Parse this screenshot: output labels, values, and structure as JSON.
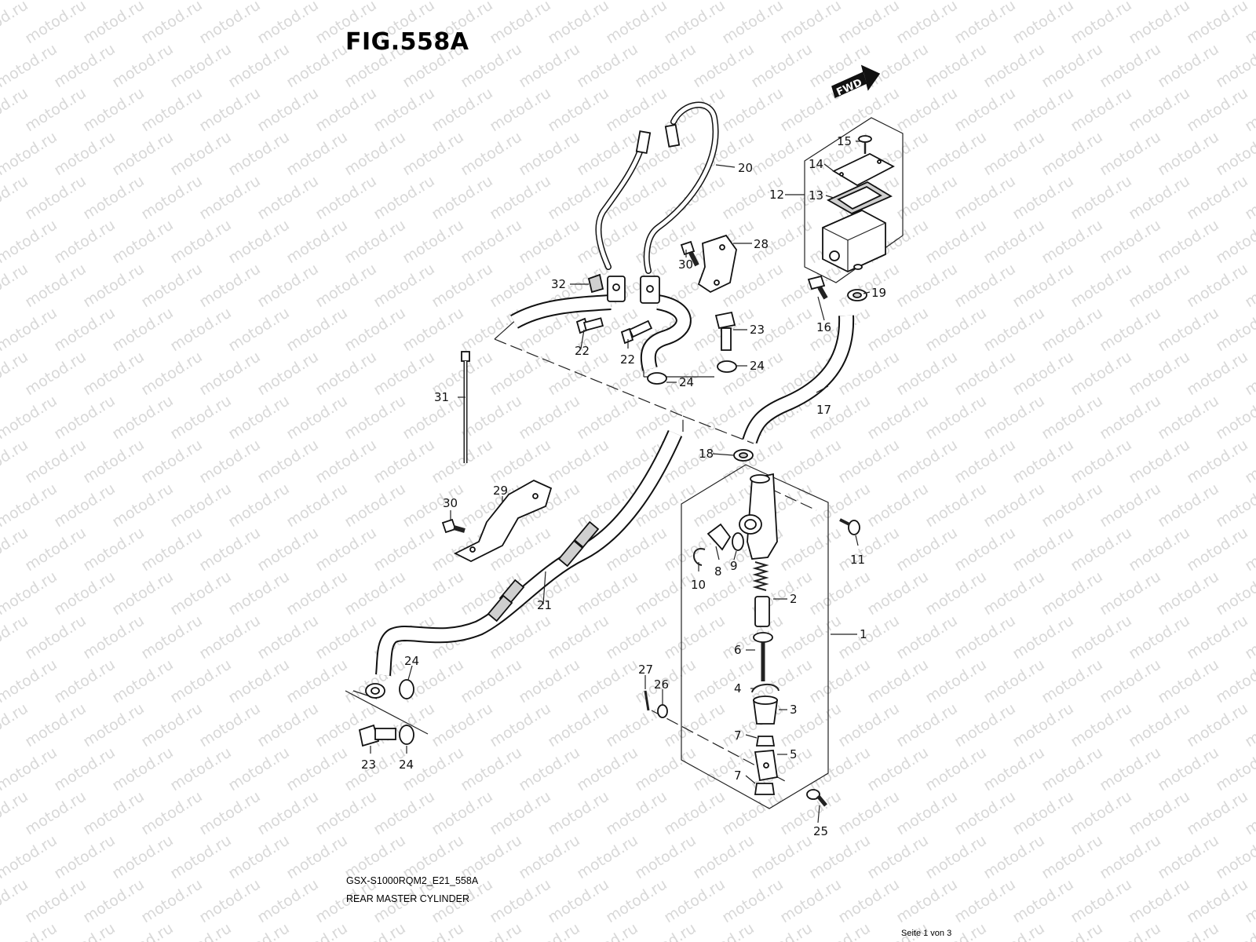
{
  "figure": {
    "title": "FIG.558A",
    "model_code": "GSX-S1000RQM2_E21_558A",
    "subtitle": "REAR MASTER CYLINDER",
    "page_info": "Seite 1 von 3",
    "fwd_label": "FWD",
    "watermark": "motod.ru"
  },
  "callouts": [
    {
      "id": "c1",
      "label": "1"
    },
    {
      "id": "c2",
      "label": "2"
    },
    {
      "id": "c3",
      "label": "3"
    },
    {
      "id": "c4",
      "label": "4"
    },
    {
      "id": "c5",
      "label": "5"
    },
    {
      "id": "c6",
      "label": "6"
    },
    {
      "id": "c7a",
      "label": "7"
    },
    {
      "id": "c7b",
      "label": "7"
    },
    {
      "id": "c8",
      "label": "8"
    },
    {
      "id": "c9",
      "label": "9"
    },
    {
      "id": "c10",
      "label": "10"
    },
    {
      "id": "c11",
      "label": "11"
    },
    {
      "id": "c12",
      "label": "12"
    },
    {
      "id": "c13",
      "label": "13"
    },
    {
      "id": "c14",
      "label": "14"
    },
    {
      "id": "c15",
      "label": "15"
    },
    {
      "id": "c16",
      "label": "16"
    },
    {
      "id": "c17",
      "label": "17"
    },
    {
      "id": "c18",
      "label": "18"
    },
    {
      "id": "c19",
      "label": "19"
    },
    {
      "id": "c20",
      "label": "20"
    },
    {
      "id": "c21",
      "label": "21"
    },
    {
      "id": "c22a",
      "label": "22"
    },
    {
      "id": "c22b",
      "label": "22"
    },
    {
      "id": "c23a",
      "label": "23"
    },
    {
      "id": "c23b",
      "label": "23"
    },
    {
      "id": "c24a",
      "label": "24"
    },
    {
      "id": "c24b",
      "label": "24"
    },
    {
      "id": "c24c",
      "label": "24"
    },
    {
      "id": "c24d",
      "label": "24"
    },
    {
      "id": "c25",
      "label": "25"
    },
    {
      "id": "c26",
      "label": "26"
    },
    {
      "id": "c27",
      "label": "27"
    },
    {
      "id": "c28",
      "label": "28"
    },
    {
      "id": "c29",
      "label": "29"
    },
    {
      "id": "c30a",
      "label": "30"
    },
    {
      "id": "c30b",
      "label": "30"
    },
    {
      "id": "c31",
      "label": "31"
    },
    {
      "id": "c32",
      "label": "32"
    }
  ]
}
